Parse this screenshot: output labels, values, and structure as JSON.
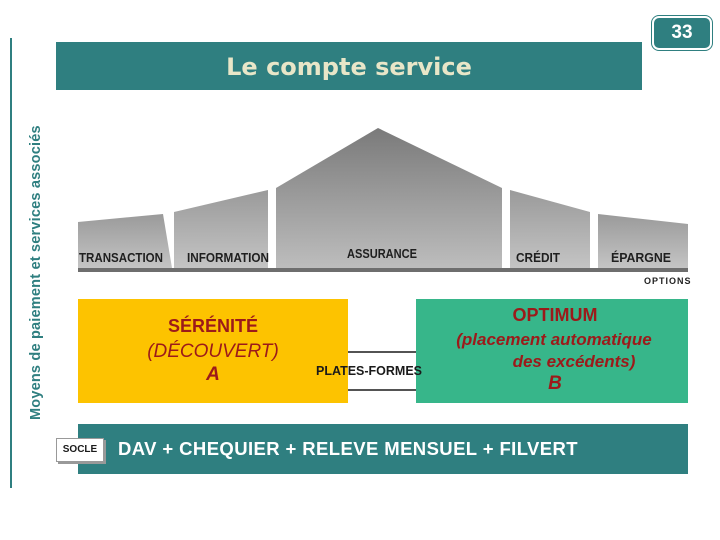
{
  "sidebar": {
    "label": "Moyens de paiement et services associés"
  },
  "page_number": "33",
  "header": {
    "title": "Le compte service"
  },
  "roof": {
    "pillars": [
      "TRANSACTION",
      "INFORMATION",
      "ASSURANCE",
      "CRÉDIT",
      "ÉPARGNE"
    ],
    "options_label": "OPTIONS"
  },
  "offer_a": {
    "name": "SÉRÉNITÉ",
    "detail": "(DÉCOUVERT)",
    "letter": "A",
    "color": "#fdc300"
  },
  "offer_b": {
    "name": "OPTIMUM",
    "detail_line1": "(placement automatique",
    "detail_line2": "des excédents)",
    "letter": "B",
    "color": "#37b68a"
  },
  "platforms_label": "PLATES-FORMES",
  "socle": {
    "label": "SOCLE",
    "text": "DAV + CHEQUIER + RELEVE MENSUEL + FILVERT"
  },
  "colors": {
    "accent": "#2f7f80",
    "text_red": "#9c1a1a"
  }
}
